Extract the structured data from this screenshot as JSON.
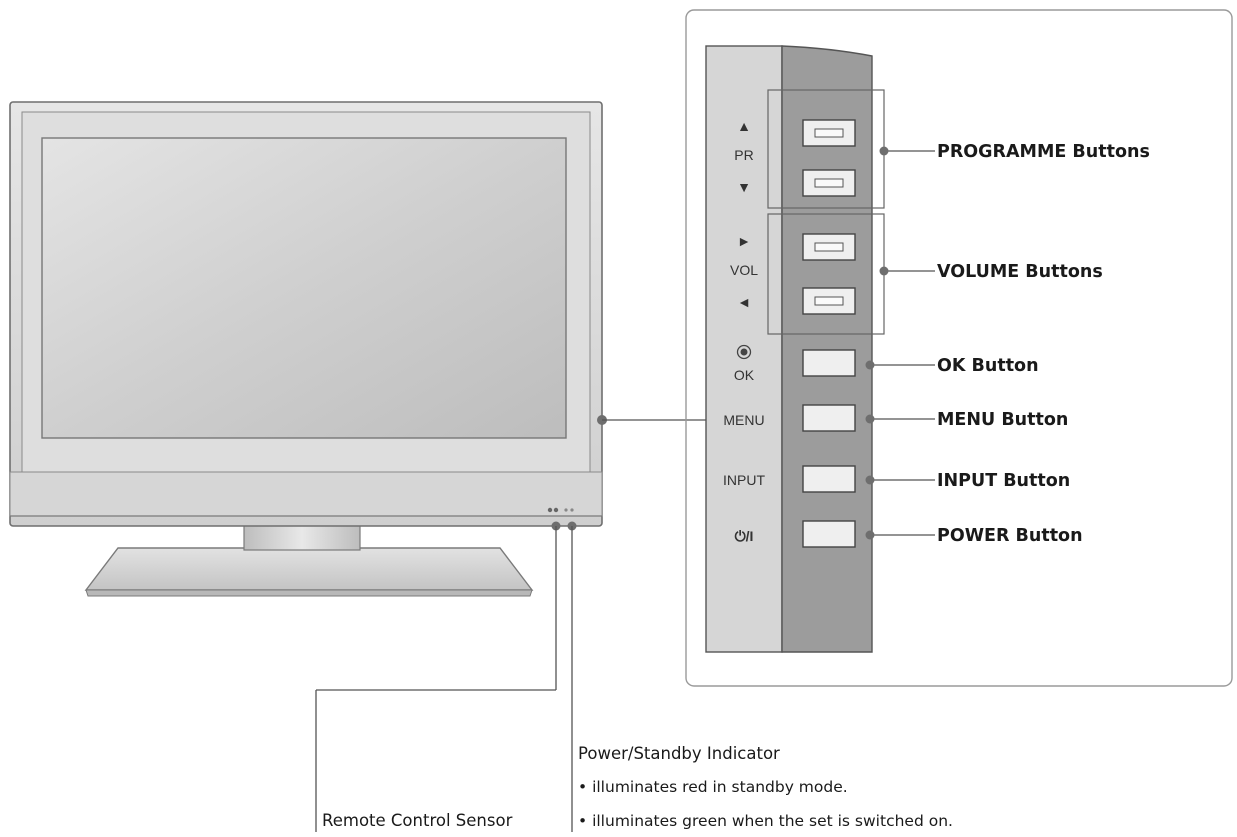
{
  "panel_labels": {
    "pr_up": "▲",
    "pr": "PR",
    "pr_down": "▼",
    "vol_right": "►",
    "vol": "VOL",
    "vol_left": "◄",
    "ok": "OK",
    "menu": "MENU",
    "input": "INPUT",
    "power": "⏻/I"
  },
  "callouts": {
    "programme": "PROGRAMME Buttons",
    "volume": "VOLUME Buttons",
    "ok": "OK Button",
    "menu": "MENU Button",
    "input": "INPUT Button",
    "power": "POWER Button"
  },
  "bottom": {
    "remote_sensor": "Remote Control Sensor",
    "indicator_title": "Power/Standby Indicator",
    "indicator_red": "• illuminates red in standby mode.",
    "indicator_green": "• illuminates green when the set is switched on."
  },
  "colors": {
    "tv_body": "#dcdcdc",
    "screen": "#c8c8c8",
    "panel_light": "#d2d2d2",
    "panel_dark": "#9a9a9a",
    "button_face": "#efefef"
  }
}
